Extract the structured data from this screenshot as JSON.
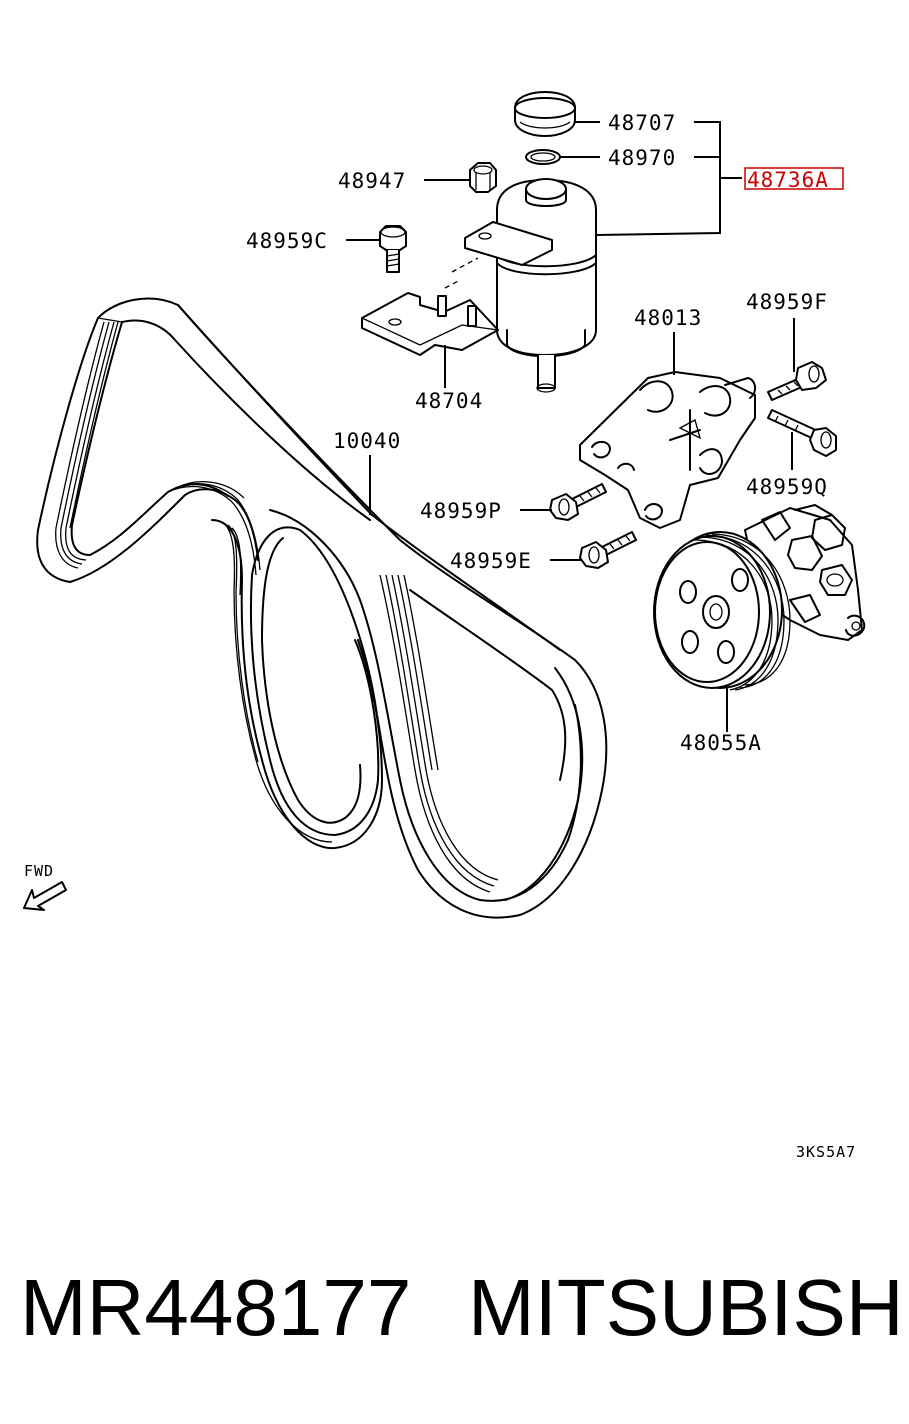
{
  "diagram": {
    "labels": {
      "p48707": "48707",
      "p48970": "48970",
      "p48736A": "48736A",
      "p48947": "48947",
      "p48959C": "48959C",
      "p48704": "48704",
      "p48013": "48013",
      "p48959F": "48959F",
      "p10040": "10040",
      "p48959Q": "48959Q",
      "p48959P": "48959P",
      "p48959E": "48959E",
      "p48055A": "48055A",
      "fwd": "FWD",
      "code": "3KS5A7"
    },
    "highlight_color": "#cc0000"
  },
  "footer": {
    "part_number": "MR448177",
    "brand": "MITSUBISHI"
  }
}
